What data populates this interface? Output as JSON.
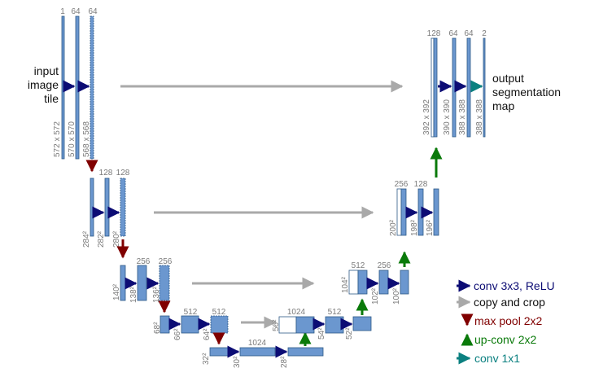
{
  "input_label": [
    "input",
    "image",
    "tile"
  ],
  "output_label": [
    "output",
    "segmentation",
    "map"
  ],
  "colors": {
    "block": "#6b97cf",
    "block_edge": "#2e5a87",
    "conv": "#0c0c74",
    "copy": "#a9a9a9",
    "pool": "#800000",
    "upconv": "#0a7a0a",
    "conv1x1": "#0b8080",
    "label": "#7a7a7a"
  },
  "channels": {
    "l1": [
      "1",
      "64",
      "64"
    ],
    "l2": [
      "128",
      "128"
    ],
    "l3": [
      "256",
      "256"
    ],
    "l4": [
      "512",
      "512"
    ],
    "l5": [
      "1024"
    ],
    "u4": [
      "1024",
      "512"
    ],
    "u3": [
      "512",
      "256"
    ],
    "u2": [
      "256",
      "128"
    ],
    "u1": [
      "128",
      "64",
      "64",
      "2"
    ]
  },
  "sizes": {
    "l1": [
      "572 x 572",
      "570 x 570",
      "568 x 568"
    ],
    "l2": [
      "284²",
      "282²",
      "280²"
    ],
    "l3": [
      "140²",
      "138²",
      "136²"
    ],
    "l4": [
      "68²",
      "66²",
      "64²"
    ],
    "l5": [
      "32²",
      "30²",
      "28²"
    ],
    "u4": [
      "56²",
      "54²",
      "52²"
    ],
    "u3": [
      "104²",
      "102²",
      "100²"
    ],
    "u2": [
      "200²",
      "198²",
      "196²"
    ],
    "u1": [
      "392 x 392",
      "390 x 390",
      "388 x 388",
      "388 x 388"
    ]
  },
  "legend": [
    {
      "icon": "conv-arrow-icon",
      "label": "conv 3x3, ReLU",
      "color": "#0c0c74"
    },
    {
      "icon": "copy-arrow-icon",
      "label": "copy and crop",
      "color": "#111111"
    },
    {
      "icon": "pool-arrow-icon",
      "label": "max pool 2x2",
      "color": "#800000"
    },
    {
      "icon": "upconv-arrow-icon",
      "label": "up-conv 2x2",
      "color": "#0a7a0a"
    },
    {
      "icon": "conv1x1-arrow-icon",
      "label": "conv 1x1",
      "color": "#0b8080"
    }
  ]
}
